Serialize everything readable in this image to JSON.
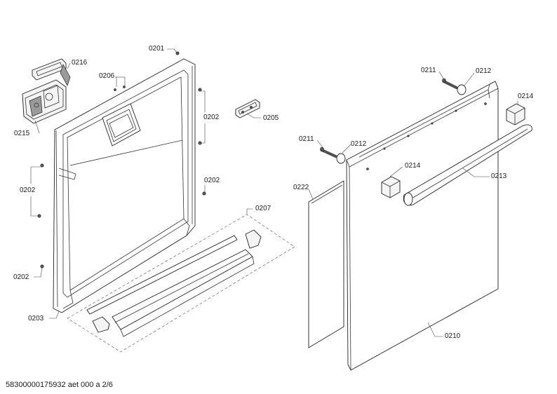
{
  "labels": {
    "l0201": "0201",
    "l0216": "0216",
    "l0206": "0206",
    "l0215": "0215",
    "l0202a": "0202",
    "l0205": "0205",
    "l0202b": "0202",
    "l0202c": "0202",
    "l0207": "0207",
    "l0202d": "0202",
    "l0203": "0203",
    "l0211a": "0211",
    "l0212a": "0212",
    "l0214a": "0214",
    "l0211b": "0211",
    "l0212b": "0212",
    "l0214b": "0214",
    "l0213": "0213",
    "l0222": "0222",
    "l0210": "0210"
  },
  "footer": "58300000175932 aet 000 a 2/6"
}
